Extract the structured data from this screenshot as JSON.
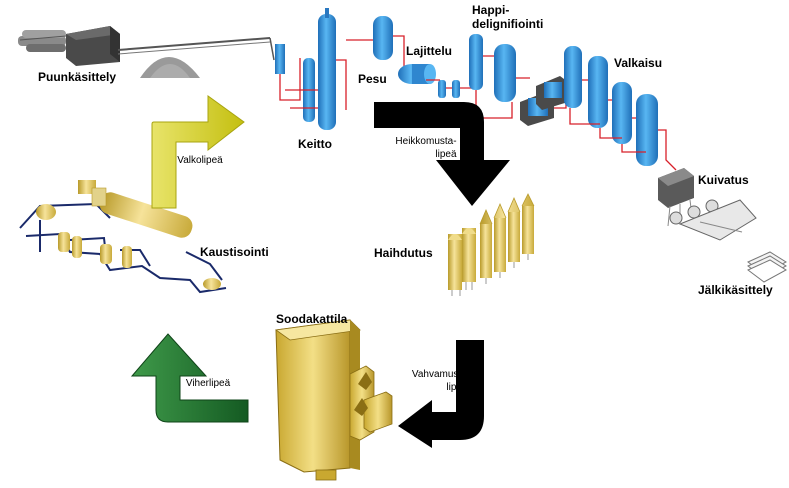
{
  "stages": {
    "wood_handling": "Puunkäsittely",
    "cooking": "Keitto",
    "washing": "Pesu",
    "screening": "Lajittelu",
    "oxygen_delig_line1": "Happi-",
    "oxygen_delig_line2": "delignifiointi",
    "bleaching": "Valkaisu",
    "drying": "Kuivatus",
    "finishing": "Jälkikäsittely",
    "evaporation": "Haihdutus",
    "recovery_boiler": "Soodakattila",
    "causticizing": "Kaustisointi"
  },
  "liquors": {
    "white_liquor": "Valkolipeä",
    "weak_black_line1": "Heikkomusta-",
    "weak_black_line2": "lipeä",
    "strong_black_line1": "Vahvamusta-",
    "strong_black_line2": "lipeä",
    "green_liquor": "Viherlipeä"
  },
  "colors": {
    "equipment_blue": "#3b9fe0",
    "pipe_red": "#d8202a",
    "white_arrow": "#d6d21a",
    "green_arrow": "#1e6b2c",
    "black_arrow": "#000000",
    "evaporator_yellow": "#e8d77a",
    "boiler_yellow": "#e6cc5a",
    "causticizing_yellow": "#e2d28a",
    "causticizing_pipe": "#1a2a6a"
  }
}
